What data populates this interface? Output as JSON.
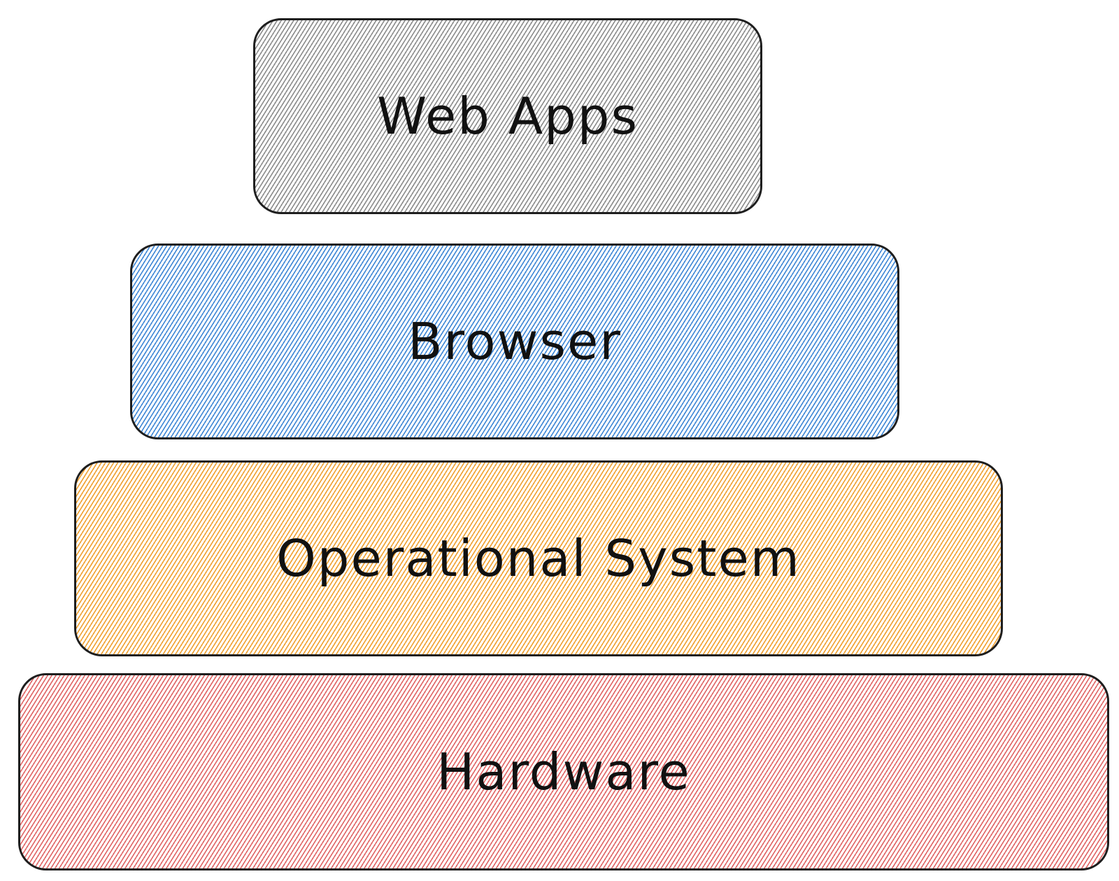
{
  "diagram": {
    "layers": [
      {
        "id": "web-apps",
        "label": "Web Apps",
        "color": "#8c8c8c"
      },
      {
        "id": "browser",
        "label": "Browser",
        "color": "#3f87d6"
      },
      {
        "id": "os",
        "label": "Operational System",
        "color": "#f0a030"
      },
      {
        "id": "hardware",
        "label": "Hardware",
        "color": "#e06565"
      }
    ]
  }
}
